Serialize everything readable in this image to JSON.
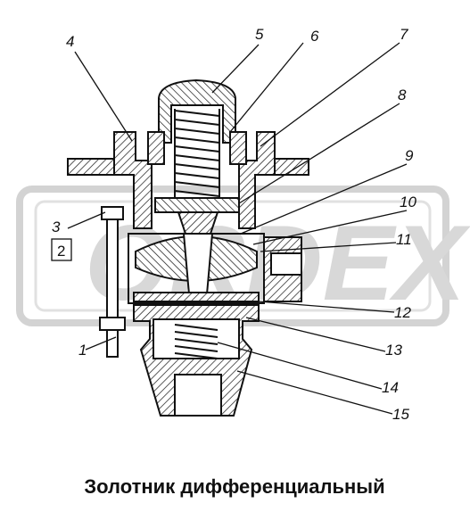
{
  "caption": "Золотник дифференциальный",
  "watermark": "ORDEX",
  "callouts": [
    "1",
    "2",
    "3",
    "4",
    "5",
    "6",
    "7",
    "8",
    "9",
    "10",
    "11",
    "12",
    "13",
    "14",
    "15"
  ],
  "colors": {
    "ink": "#111111",
    "watermark": "#d4d4d4",
    "background": "#ffffff"
  }
}
